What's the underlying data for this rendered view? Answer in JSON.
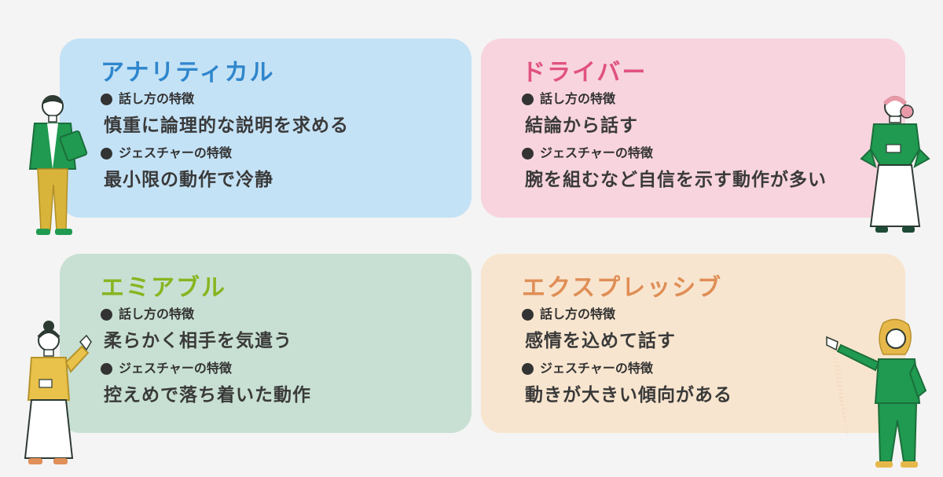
{
  "labels": {
    "speech": "話し方の特徴",
    "gesture": "ジェスチャーの特徴"
  },
  "cards": [
    {
      "title": "アナリティカル",
      "speech": "慎重に論理的な説明を求める",
      "gesture": "最小限の動作で冷静"
    },
    {
      "title": "ドライバー",
      "speech": "結論から話す",
      "gesture": "腕を組むなど自信を示す動作が多い"
    },
    {
      "title": "エミアブル",
      "speech": "柔らかく相手を気遣う",
      "gesture": "控えめで落ち着いた動作"
    },
    {
      "title": "エクスプレッシブ",
      "speech": "感情を込めて話す",
      "gesture": "動きが大きい傾向がある"
    }
  ],
  "colors": {
    "analytical": "#2f86cc",
    "driver": "#e0527f",
    "amiable": "#86b520",
    "expressive": "#df8e56",
    "figure_green": "#1f9a50"
  }
}
